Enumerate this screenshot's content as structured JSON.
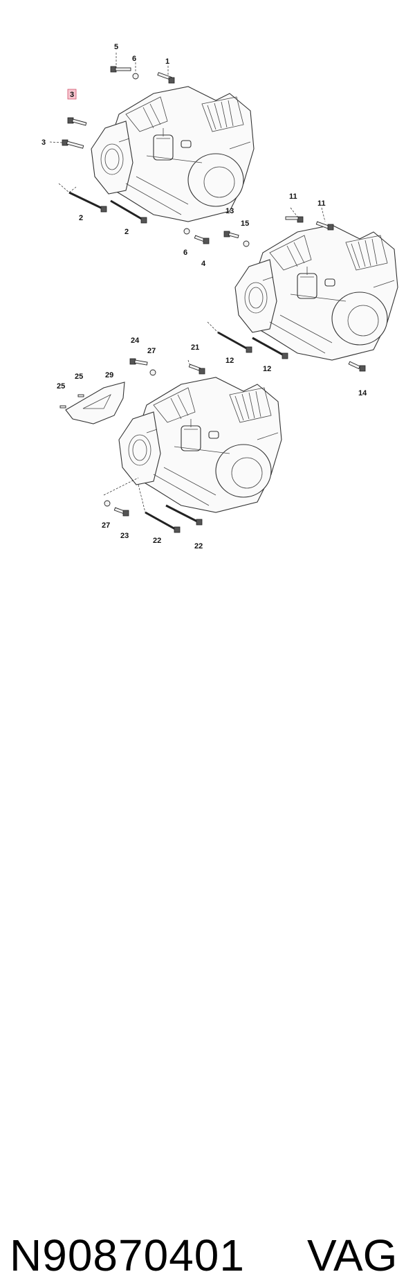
{
  "diagram": {
    "callouts": [
      {
        "id": "c1",
        "label": "5"
      },
      {
        "id": "c2",
        "label": "6"
      },
      {
        "id": "c3",
        "label": "1"
      },
      {
        "id": "c4",
        "label": "3"
      },
      {
        "id": "c5",
        "label": "3"
      },
      {
        "id": "c6",
        "label": "2"
      },
      {
        "id": "c7",
        "label": "2"
      },
      {
        "id": "c8",
        "label": "6"
      },
      {
        "id": "c9",
        "label": "4"
      },
      {
        "id": "c10",
        "label": "11"
      },
      {
        "id": "c11",
        "label": "11"
      },
      {
        "id": "c12",
        "label": "13"
      },
      {
        "id": "c13",
        "label": "15"
      },
      {
        "id": "c14",
        "label": "12"
      },
      {
        "id": "c15",
        "label": "12"
      },
      {
        "id": "c16",
        "label": "14"
      },
      {
        "id": "c17",
        "label": "24"
      },
      {
        "id": "c18",
        "label": "27"
      },
      {
        "id": "c19",
        "label": "21"
      },
      {
        "id": "c20",
        "label": "25"
      },
      {
        "id": "c21",
        "label": "29"
      },
      {
        "id": "c22",
        "label": "25"
      },
      {
        "id": "c23",
        "label": "27"
      },
      {
        "id": "c24",
        "label": "23"
      },
      {
        "id": "c25",
        "label": "22"
      },
      {
        "id": "c26",
        "label": "22"
      }
    ]
  },
  "footer": {
    "part_number": "N90870401",
    "brand": "VAG"
  }
}
